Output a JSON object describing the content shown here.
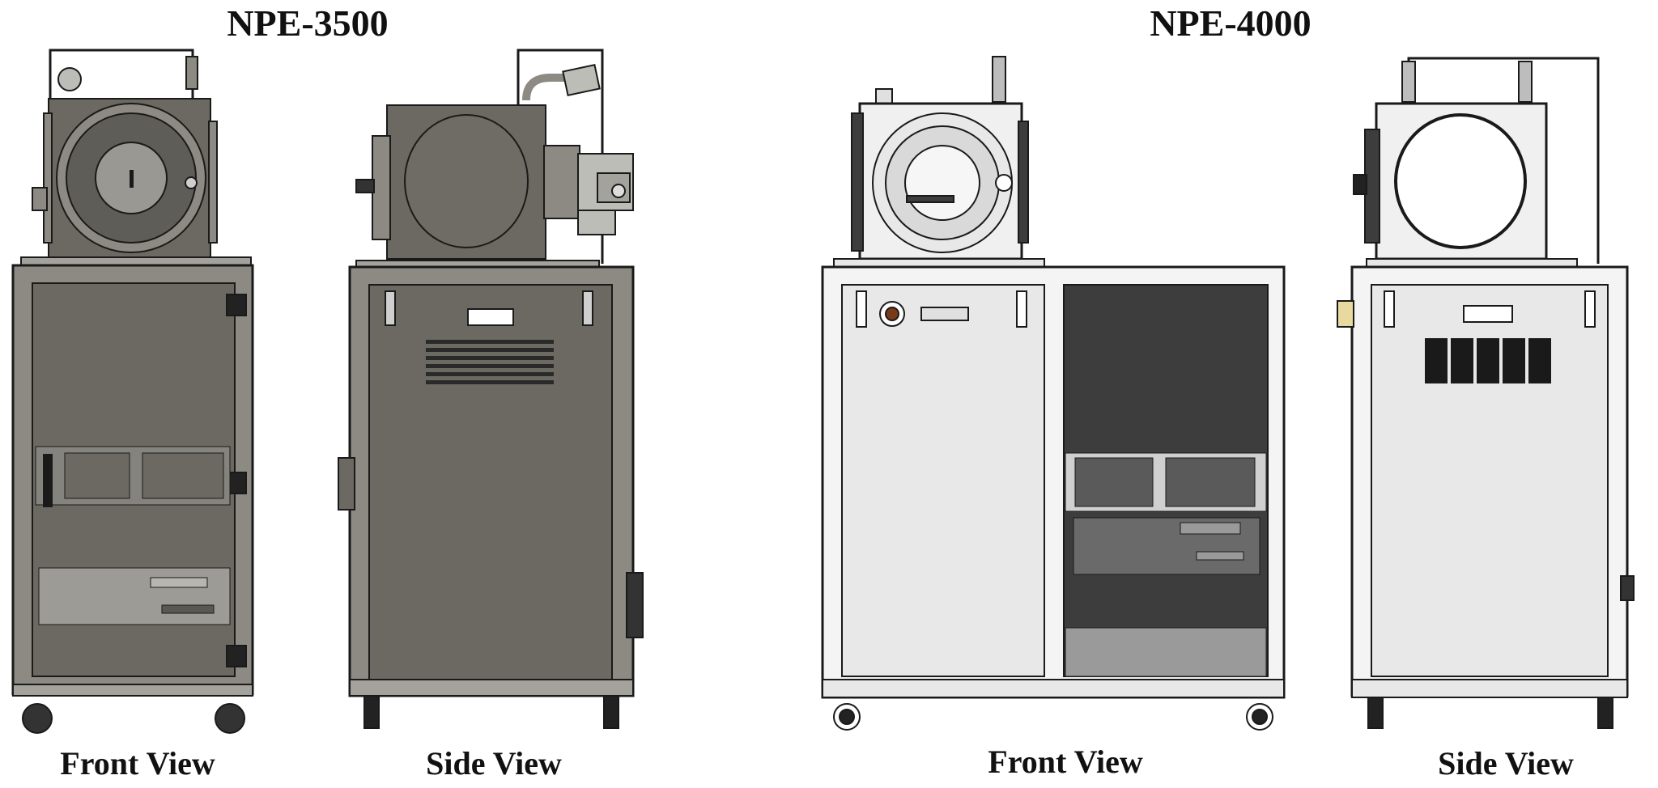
{
  "models": [
    {
      "title": "NPE-3500",
      "views": [
        {
          "label": "Front View"
        },
        {
          "label": "Side View"
        }
      ]
    },
    {
      "title": "NPE-4000",
      "views": [
        {
          "label": "Front View"
        },
        {
          "label": "Side View"
        }
      ]
    }
  ],
  "colors": {
    "npe3500_body": "#6b6962",
    "npe3500_frame": "#8c8a83",
    "npe4000_body": "#e8e8e8",
    "npe4000_frame": "#f4f4f4",
    "outline": "#1a1a1a",
    "dark_panel": "#3d3d3d"
  }
}
